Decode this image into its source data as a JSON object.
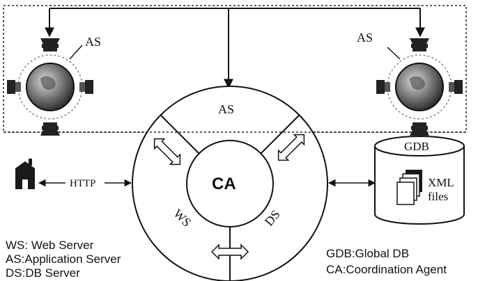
{
  "labels": {
    "as_left": "AS",
    "as_right": "AS",
    "as_ring": "AS",
    "ca": "CA",
    "ws": "WS",
    "ds": "DS",
    "http": "HTTP",
    "gdb": "GDB",
    "xml_line1": "XML",
    "xml_line2": "files"
  },
  "legend_left": [
    "WS: Web Server",
    "AS:Application Server",
    "DS:DB Server"
  ],
  "legend_right": [
    "GDB:Global DB",
    "CA:Coordination Agent"
  ],
  "icons": {
    "app_server": "app-server-globe-icon",
    "house": "house-icon",
    "files": "xml-files-icon",
    "database": "database-cylinder-icon"
  }
}
